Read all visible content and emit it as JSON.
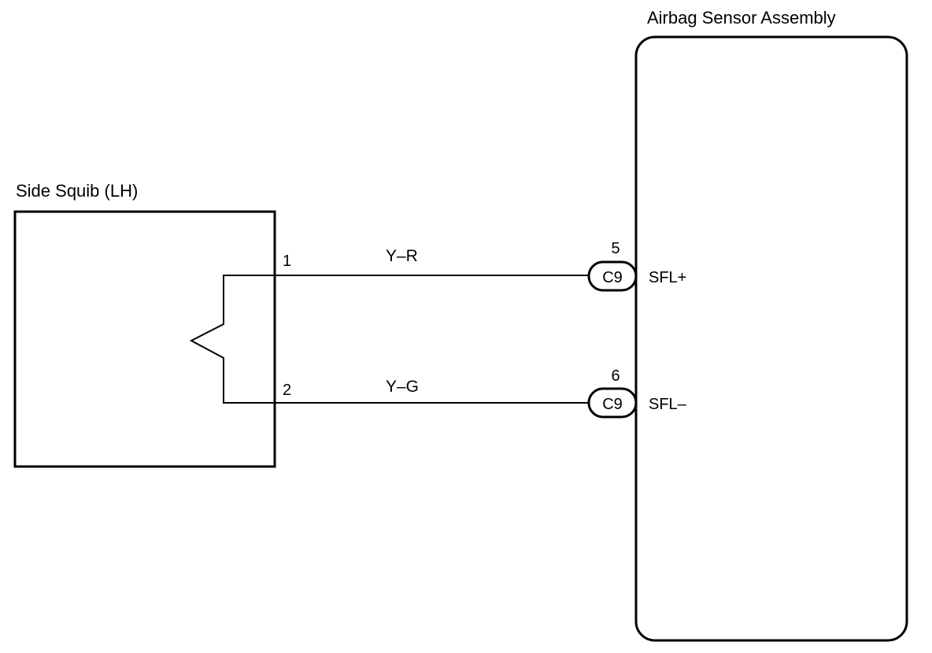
{
  "components": {
    "squib": {
      "title": "Side Squib (LH)"
    },
    "sensor": {
      "title": "Airbag Sensor Assembly"
    }
  },
  "wires": [
    {
      "squib_pin": "1",
      "color_code": "Y–R",
      "connector": "C9",
      "sensor_pin": "5",
      "terminal": "SFL+"
    },
    {
      "squib_pin": "2",
      "color_code": "Y–G",
      "connector": "C9",
      "sensor_pin": "6",
      "terminal": "SFL–"
    }
  ]
}
